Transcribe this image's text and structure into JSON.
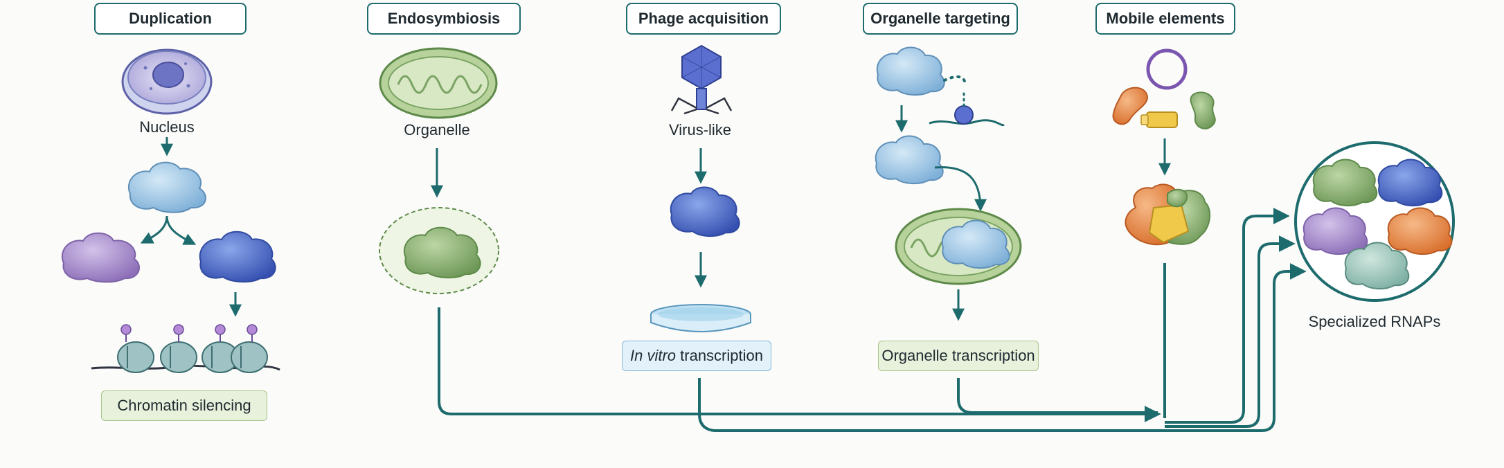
{
  "headers": {
    "duplication": "Duplication",
    "endosymbiosis": "Endosymbiosis",
    "phage": "Phage acquisition",
    "targeting": "Organelle targeting",
    "mobile": "Mobile elements"
  },
  "labels": {
    "nucleus": "Nucleus",
    "organelle": "Organelle",
    "virus_like": "Virus-like"
  },
  "boxes": {
    "chromatin": "Chromatin silencing",
    "in_vitro_italic": "In vitro",
    "in_vitro_rest": " transcription",
    "organelle_transcription": "Organelle transcription"
  },
  "result": {
    "label": "Specialized RNAPs"
  },
  "colors": {
    "teal": "#1d6b6d",
    "green_blob": "#8fb478",
    "blue_blob": "#9fc7e6",
    "dark_blue_blob": "#4a6cc9",
    "purple_blob": "#a88ccb",
    "orange_blob": "#e88a4a",
    "yellow_blob": "#f0c84a"
  }
}
